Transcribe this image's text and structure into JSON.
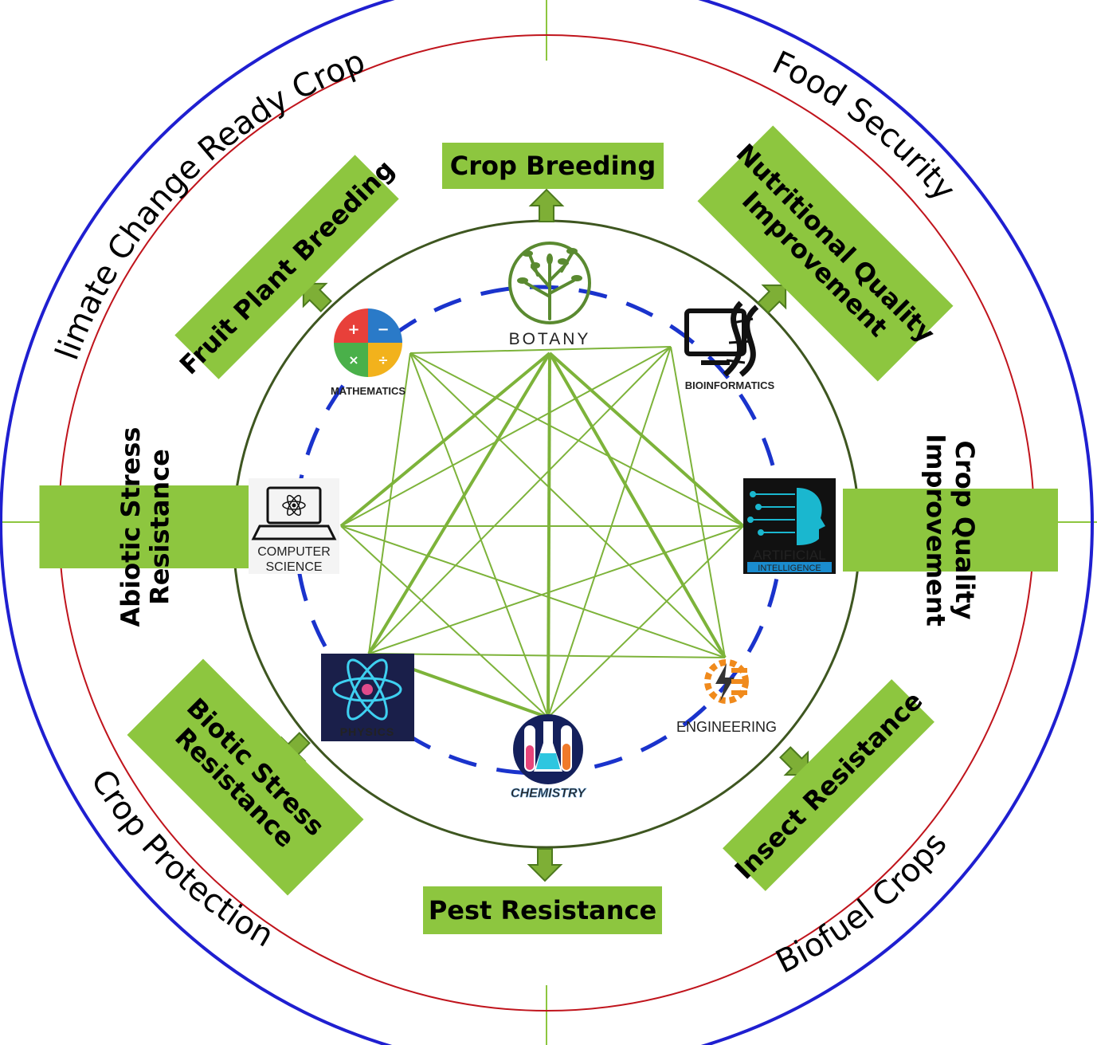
{
  "colors": {
    "outer_ring": "#1f1fd0",
    "inner_ring": "#c0141c",
    "hub_ring": "#3e5620",
    "dashed_ring": "#1a33cc",
    "box_fill": "#8dc63f",
    "arrow_fill": "#7eaf36",
    "line_color": "#7db33a",
    "divider": "#8dc63f"
  },
  "outer_labels": [
    {
      "id": "climate",
      "text": "Climate Change Ready Crops"
    },
    {
      "id": "food",
      "text": "Food Security"
    },
    {
      "id": "biofuel",
      "text": "Biofuel Crops"
    },
    {
      "id": "protection",
      "text": "Crop Protection"
    }
  ],
  "outcomes": [
    {
      "id": "crop-breeding",
      "lines": [
        "Crop Breeding"
      ]
    },
    {
      "id": "nutritional",
      "lines": [
        "Nutritional Quality",
        "Improvement"
      ]
    },
    {
      "id": "crop-quality",
      "lines": [
        "Crop Quality",
        "Improvement"
      ]
    },
    {
      "id": "insect",
      "lines": [
        "Insect Resistance"
      ]
    },
    {
      "id": "pest",
      "lines": [
        "Pest Resistance"
      ]
    },
    {
      "id": "biotic",
      "lines": [
        "Biotic Stress",
        "Resistance"
      ]
    },
    {
      "id": "abiotic",
      "lines": [
        "Abiotic Stress",
        "Resistance"
      ]
    },
    {
      "id": "fruit",
      "lines": [
        "Fruit Plant Breeding"
      ]
    }
  ],
  "disciplines": [
    {
      "id": "botany",
      "label": [
        "BOTANY"
      ],
      "icon": "tree-icon"
    },
    {
      "id": "bioinformatics",
      "label": [
        "BIOINFORMATICS"
      ],
      "icon": "dna-monitor-icon"
    },
    {
      "id": "ai",
      "label": [
        "ARTIFICIAL",
        "INTELLIGENCE"
      ],
      "icon": "ai-head-icon"
    },
    {
      "id": "engineering",
      "label": [
        "ENGINEERING"
      ],
      "icon": "gear-bolt-icon"
    },
    {
      "id": "chemistry",
      "label": [
        "CHEMISTRY"
      ],
      "icon": "flask-icon"
    },
    {
      "id": "physics",
      "label": [
        "PHYSICS"
      ],
      "icon": "atom-icon"
    },
    {
      "id": "computer",
      "label": [
        "COMPUTER",
        "SCIENCE"
      ],
      "icon": "laptop-atom-icon"
    },
    {
      "id": "mathematics",
      "label": [
        "MATHEMATICS"
      ],
      "icon": "math-puzzle-icon"
    }
  ]
}
